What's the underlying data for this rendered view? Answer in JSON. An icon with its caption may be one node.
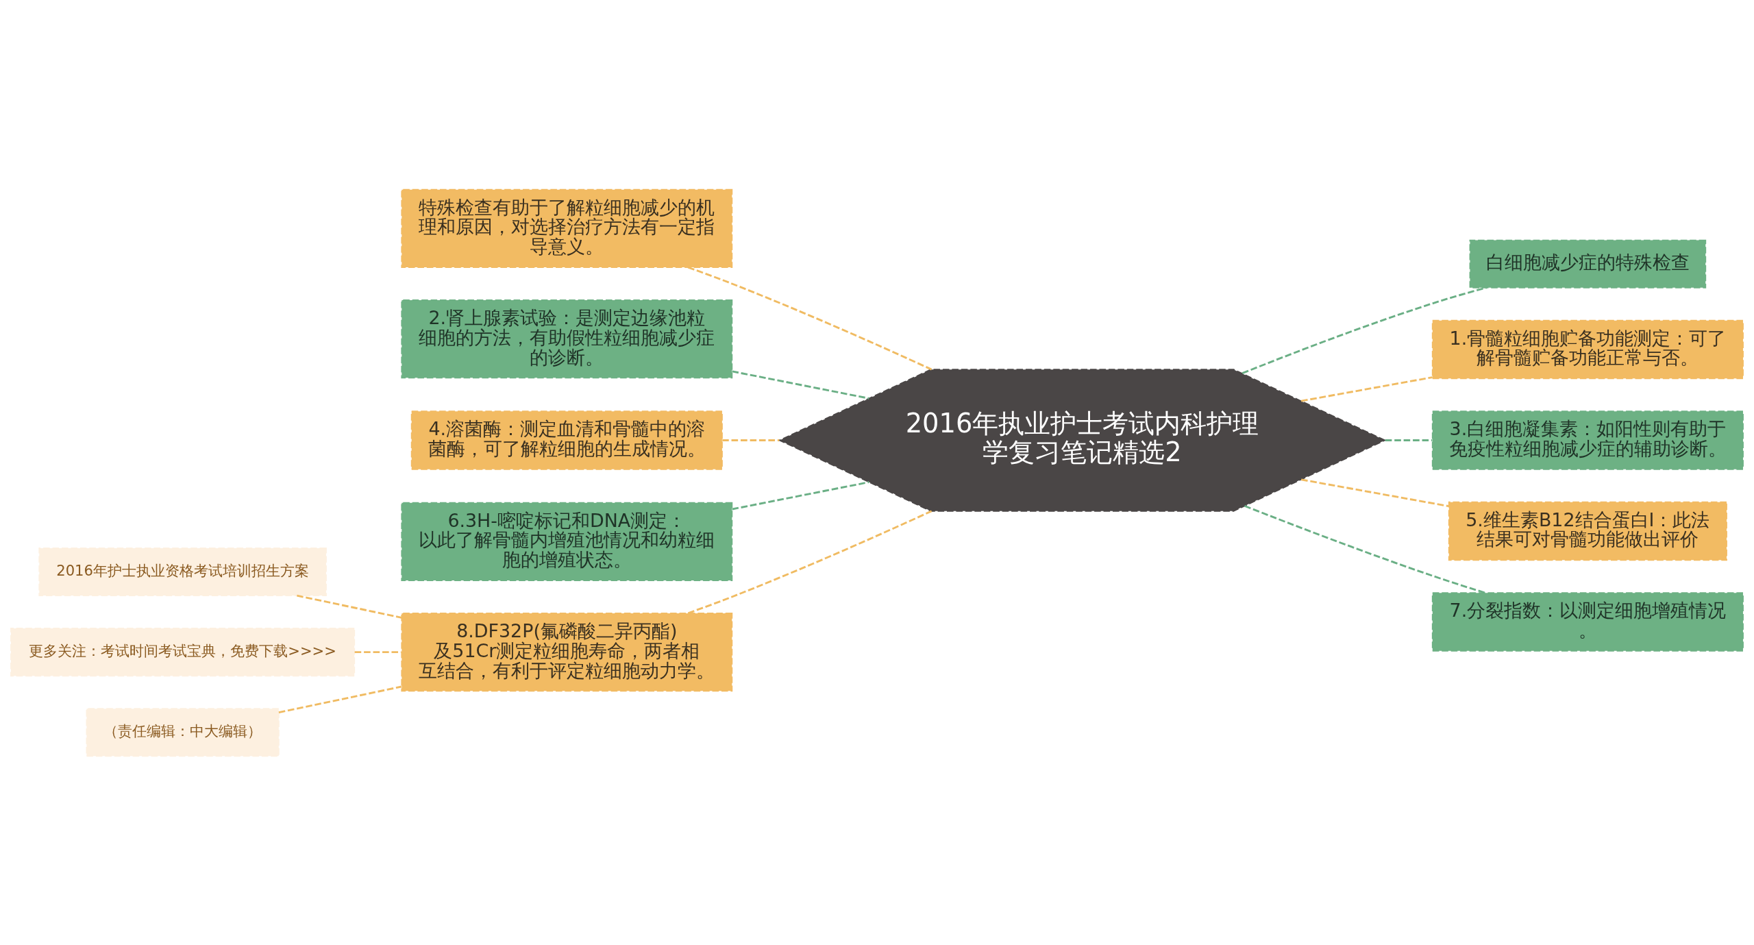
{
  "diagram": {
    "nodes": [
      {
        "text": [
          "2016年执业护士考试内科护理学复习笔记精选2"
        ]
      },
      {
        "text": [
          "特殊检查有助于了解粒细胞减少的机理和原因，对选择治疗方法有一定指导意义。"
        ]
      },
      {
        "text": [
          "2.肾上腺素试验：是测定边缘池粒细胞的方法，有助假性粒细胞减少症的诊断。"
        ]
      },
      {
        "text": [
          "4.溶菌酶：测定血清和骨髓中的溶菌酶，可了解粒细胞的生成情况。"
        ]
      },
      {
        "text": [
          "6.3H-嘧啶标记和DNA测定：以此了解骨髓内增殖池情况和幼粒细胞的增殖状态。"
        ]
      },
      {
        "text": [
          "8.DF32P(氟磷酸二异丙酯)及51Cr测定粒细胞寿命，两者相互结合，有利于评定粒细胞动力学。"
        ]
      },
      {
        "text": [
          "白细胞减少症的特殊检查"
        ]
      },
      {
        "text": [
          "1.骨髓粒细胞贮备功能测定：可了解骨髓贮备功能正常与否。"
        ]
      },
      {
        "text": [
          "3.白细胞凝集素：如阳性则有助于免疫性粒细胞减少症的辅助诊断。"
        ]
      },
      {
        "text": [
          "5.维生素B12结合蛋白Ⅰ：此法结果可对骨髓功能做出评价"
        ]
      },
      {
        "text": [
          "7.分裂指数：以测定细胞增殖情况。"
        ]
      },
      {
        "text": [
          "2016年护士执业资格考试培训招生方案"
        ]
      },
      {
        "text": [
          "更多关注：考试时间考试宝典，免费下载>>>>"
        ]
      },
      {
        "text": [
          "（责任编辑：中大编辑）"
        ]
      }
    ],
    "edges": [
      {
        "from": 0,
        "to": 1,
        "arrow": "none",
        "style": "dashed"
      },
      {
        "from": 0,
        "to": 2,
        "arrow": "none",
        "style": "dashed",
        "color": "#6aaf85"
      },
      {
        "from": 0,
        "to": 3,
        "arrow": "none",
        "style": "dashed"
      },
      {
        "from": 0,
        "to": 4,
        "arrow": "none",
        "style": "dashed",
        "color": "#6aaf85"
      },
      {
        "from": 0,
        "to": 5,
        "arrow": "none",
        "style": "dashed"
      },
      {
        "from": 0,
        "to": 6,
        "arrow": "none",
        "style": "dashed",
        "color": "#6aaf85"
      },
      {
        "from": 0,
        "to": 7,
        "arrow": "none",
        "style": "dashed"
      },
      {
        "from": 0,
        "to": 8,
        "arrow": "none",
        "style": "dashed",
        "color": "#6aaf85"
      },
      {
        "from": 0,
        "to": 9,
        "arrow": "none",
        "style": "dashed"
      },
      {
        "from": 0,
        "to": 10,
        "arrow": "none",
        "style": "dashed",
        "color": "#6aaf85"
      },
      {
        "from": 5,
        "to": 11,
        "arrow": "none",
        "style": "dashed"
      },
      {
        "from": 5,
        "to": 12,
        "arrow": "none",
        "style": "dashed"
      },
      {
        "from": 5,
        "to": 13,
        "arrow": "none",
        "style": "dashed"
      }
    ]
  }
}
